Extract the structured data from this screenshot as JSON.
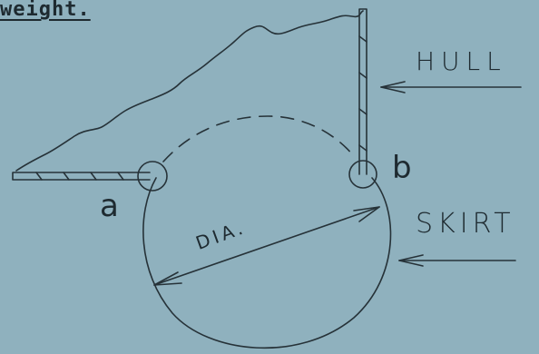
{
  "heading": "weight.",
  "labels": {
    "hull": "HULL",
    "skirt": "SKIRT",
    "a": "a",
    "b": "b",
    "dia": "DIA."
  }
}
